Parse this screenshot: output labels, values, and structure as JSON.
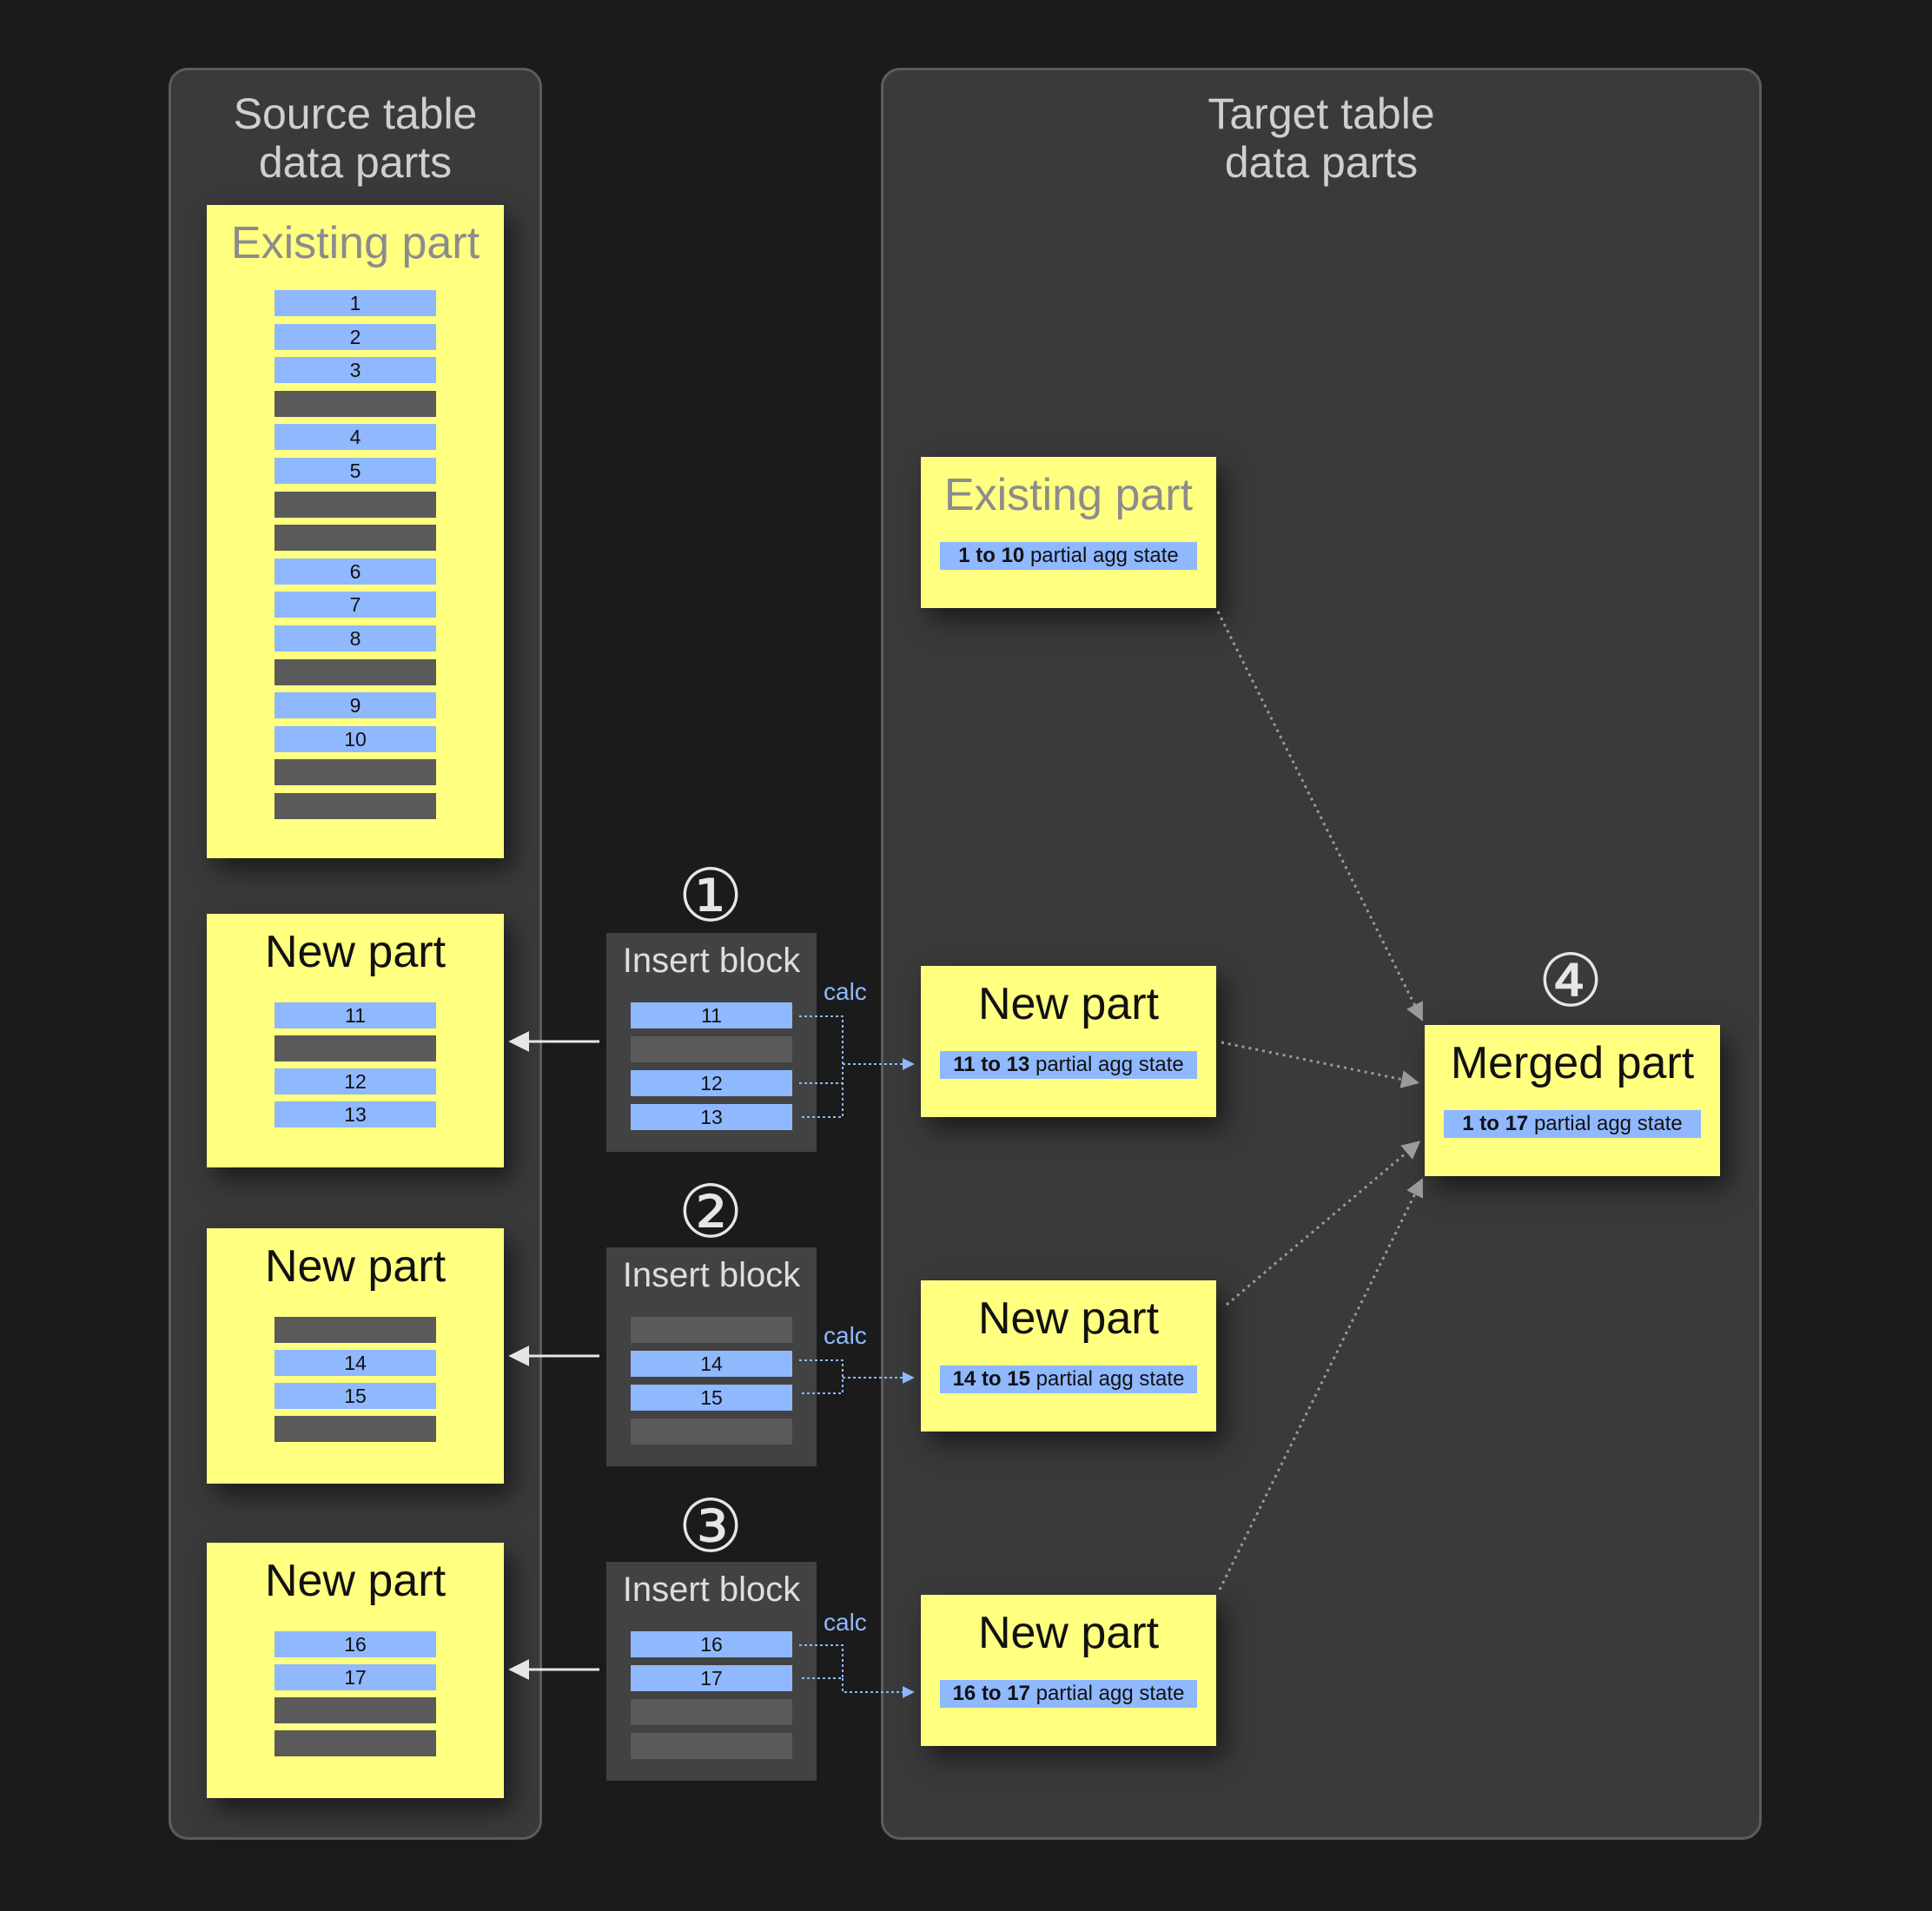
{
  "source_panel": {
    "title": "Source table\ndata parts"
  },
  "target_panel": {
    "title": "Target table\ndata parts"
  },
  "source_existing_part": {
    "title": "Existing part",
    "rows": [
      {
        "label": "1",
        "filled": true
      },
      {
        "label": "2",
        "filled": true
      },
      {
        "label": "3",
        "filled": true
      },
      {
        "label": "",
        "filled": false
      },
      {
        "label": "4",
        "filled": true
      },
      {
        "label": "5",
        "filled": true
      },
      {
        "label": "",
        "filled": false
      },
      {
        "label": "",
        "filled": false
      },
      {
        "label": "6",
        "filled": true
      },
      {
        "label": "7",
        "filled": true
      },
      {
        "label": "8",
        "filled": true
      },
      {
        "label": "",
        "filled": false
      },
      {
        "label": "9",
        "filled": true
      },
      {
        "label": "10",
        "filled": true
      },
      {
        "label": "",
        "filled": false
      },
      {
        "label": "",
        "filled": false
      }
    ]
  },
  "inserts": [
    {
      "step": "①",
      "block_title": "Insert block",
      "calc_label": "calc",
      "new_part_title": "New part",
      "rows": [
        {
          "label": "11",
          "filled": true
        },
        {
          "label": "",
          "filled": false
        },
        {
          "label": "12",
          "filled": true
        },
        {
          "label": "13",
          "filled": true
        }
      ],
      "target_title": "New part",
      "target_agg_bold": "11 to 13",
      "target_agg_rest": " partial agg state"
    },
    {
      "step": "②",
      "block_title": "Insert block",
      "calc_label": "calc",
      "new_part_title": "New part",
      "rows": [
        {
          "label": "",
          "filled": false
        },
        {
          "label": "14",
          "filled": true
        },
        {
          "label": "15",
          "filled": true
        },
        {
          "label": "",
          "filled": false
        }
      ],
      "target_title": "New part",
      "target_agg_bold": "14 to 15",
      "target_agg_rest": " partial agg state"
    },
    {
      "step": "③",
      "block_title": "Insert block",
      "calc_label": "calc",
      "new_part_title": "New part",
      "rows": [
        {
          "label": "16",
          "filled": true
        },
        {
          "label": "17",
          "filled": true
        },
        {
          "label": "",
          "filled": false
        },
        {
          "label": "",
          "filled": false
        }
      ],
      "target_title": "New part",
      "target_agg_bold": "16 to 17",
      "target_agg_rest": " partial agg state"
    }
  ],
  "target_existing_part": {
    "title": "Existing part",
    "agg_bold": "1 to 10",
    "agg_rest": " partial agg state"
  },
  "merged_part": {
    "step": "④",
    "title": "Merged part",
    "agg_bold": "1 to 17",
    "agg_rest": " partial agg state"
  },
  "colors": {
    "background": "#1b1b1b",
    "panel": "#3a3a3a",
    "note": "#ffff80",
    "row_filled": "#8fb8ff",
    "row_empty": "#5a5a5a",
    "arrow_gray": "#9a9a9a",
    "arrow_white": "#e6e6e6",
    "calc_blue": "#8fb8ff"
  }
}
